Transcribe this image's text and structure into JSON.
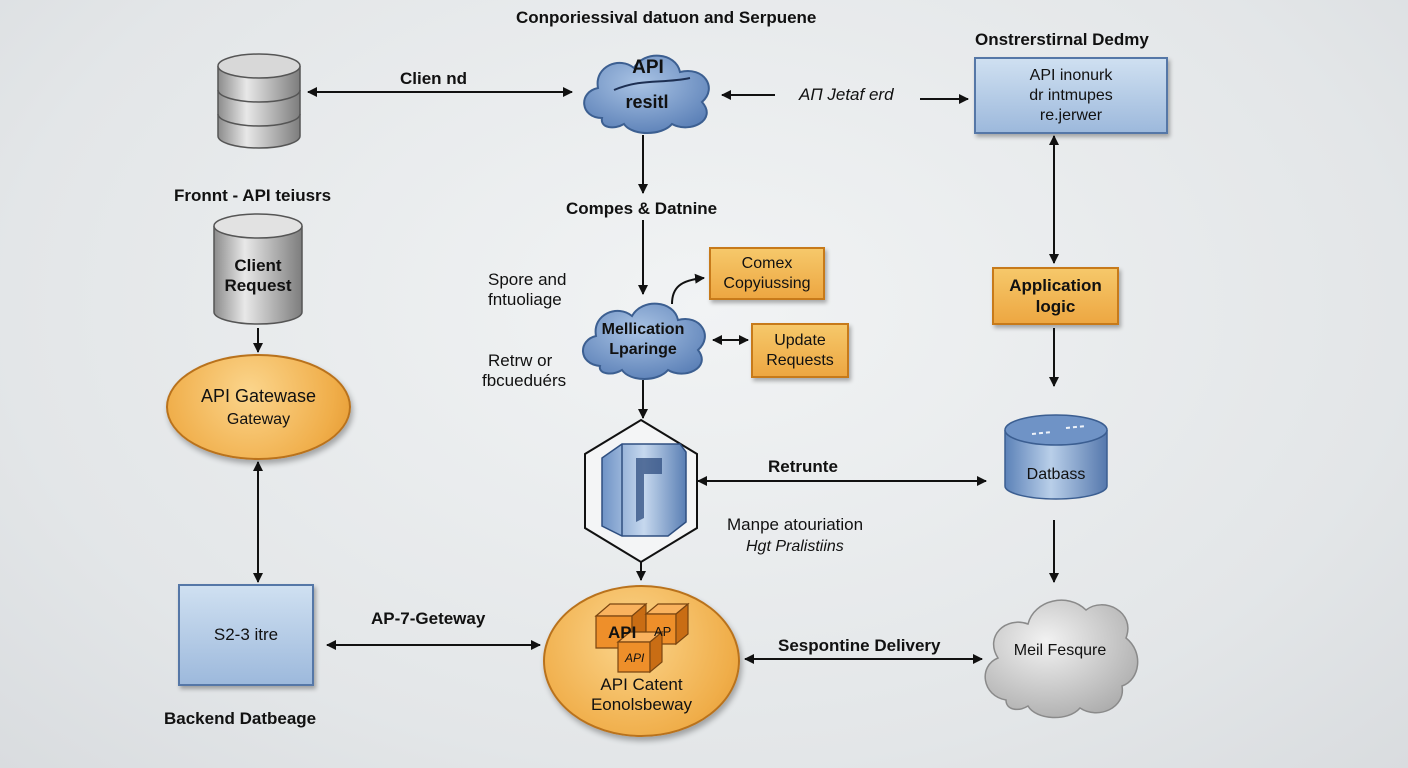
{
  "title": "Conporiessival datuon and Serpuene",
  "right_title": "Onstrerstirnal Dedmy",
  "left_section_label": "Fronnt - API teiusrs",
  "bottom_left_label": "Backend Datbeage",
  "edges": {
    "top_client": "Clien nd",
    "top_right": "AΠ Jetaf erd",
    "center_down": "Compes & Datnine",
    "spore": [
      "Spore and",
      "fntuoliage"
    ],
    "retrw": [
      "Retrw or",
      "fbcueduérs"
    ],
    "retrunte": "Retrunte",
    "manpe": "Manpe atouriation",
    "hgt": "Hgt Pralistiins",
    "ap7": "AP-7-Geteway",
    "response": "Sespontine Delivery"
  },
  "nodes": {
    "api_cloud": {
      "line1": "API",
      "line2": "resitl"
    },
    "client_request": {
      "line1": "Client",
      "line2": "Request"
    },
    "api_gateway": {
      "line1": "API Gatewase",
      "line2": "Gateway"
    },
    "s23": "S2-3 itre",
    "mellication": {
      "line1": "Mellication",
      "line2": "Lparinge"
    },
    "comex": {
      "line1": "Comex",
      "line2": "Copyiussing"
    },
    "update": {
      "line1": "Update",
      "line2": "Requests"
    },
    "api_content": {
      "line1": "API Catent",
      "line2": "Eonolsbeway",
      "cube1": "API",
      "cube2": "AP",
      "cube3": "API"
    },
    "api_inonurk": {
      "line1": "API inonurk",
      "line2": "dr intmupes",
      "line3": "re.jerwer"
    },
    "app_logic": {
      "line1": "Application",
      "line2": "logic"
    },
    "datbass": "Datbass",
    "meil": "Meil Fesqure"
  },
  "colors": {
    "orange": "#f0ae4a",
    "blue": "#9db9dc",
    "line": "#111111",
    "hexagon": "#111111",
    "cloud_gray": "#c9c9c9"
  }
}
